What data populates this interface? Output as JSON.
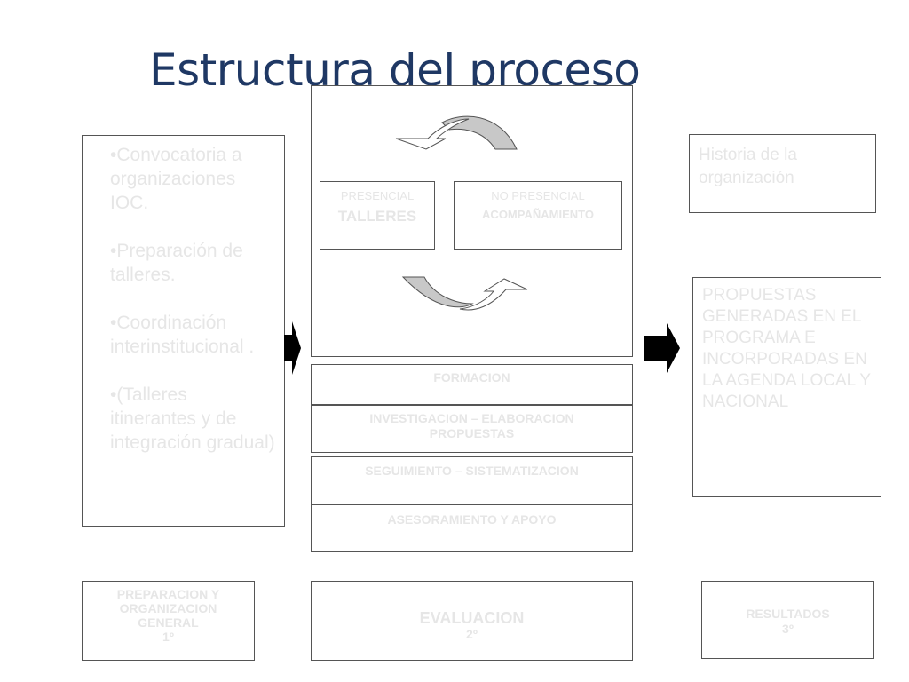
{
  "title": "Estructura del proceso",
  "left_list": {
    "items": [
      "•Convocatoria a organizaciones IOC.",
      "•Preparación de talleres.",
      "•Coordinación interinstitucional .",
      "•(Talleres itinerantes y de integración gradual)"
    ]
  },
  "center": {
    "presencial": {
      "label": "PRESENCIAL",
      "title": "TALLERES"
    },
    "no_presencial": {
      "label": "NO PRESENCIAL",
      "title": "ACOMPAÑAMIENTO"
    }
  },
  "bars": [
    "FORMACION",
    "INVESTIGACION – ELABORACION PROPUESTAS",
    "SEGUIMIENTO – SISTEMATIZACION",
    "ASESORAMIENTO Y APOYO"
  ],
  "right": {
    "historia": "Historia de la organización",
    "propuestas": "PROPUESTAS GENERADAS EN EL PROGRAMA E INCORPORADAS EN LA AGENDA LOCAL Y NACIONAL"
  },
  "stages": [
    {
      "name": "PREPARACION Y ORGANIZACION GENERAL",
      "order": "1º"
    },
    {
      "name": "EVALUACION",
      "order": "2º"
    },
    {
      "name": "RESULTADOS",
      "order": "3º"
    }
  ],
  "colors": {
    "title": "#1f3864",
    "faint_text": "#e6e6e6",
    "border": "#555555",
    "cycle_arrow_fill": "#c8c8c8",
    "block_arrow": "#000000"
  }
}
